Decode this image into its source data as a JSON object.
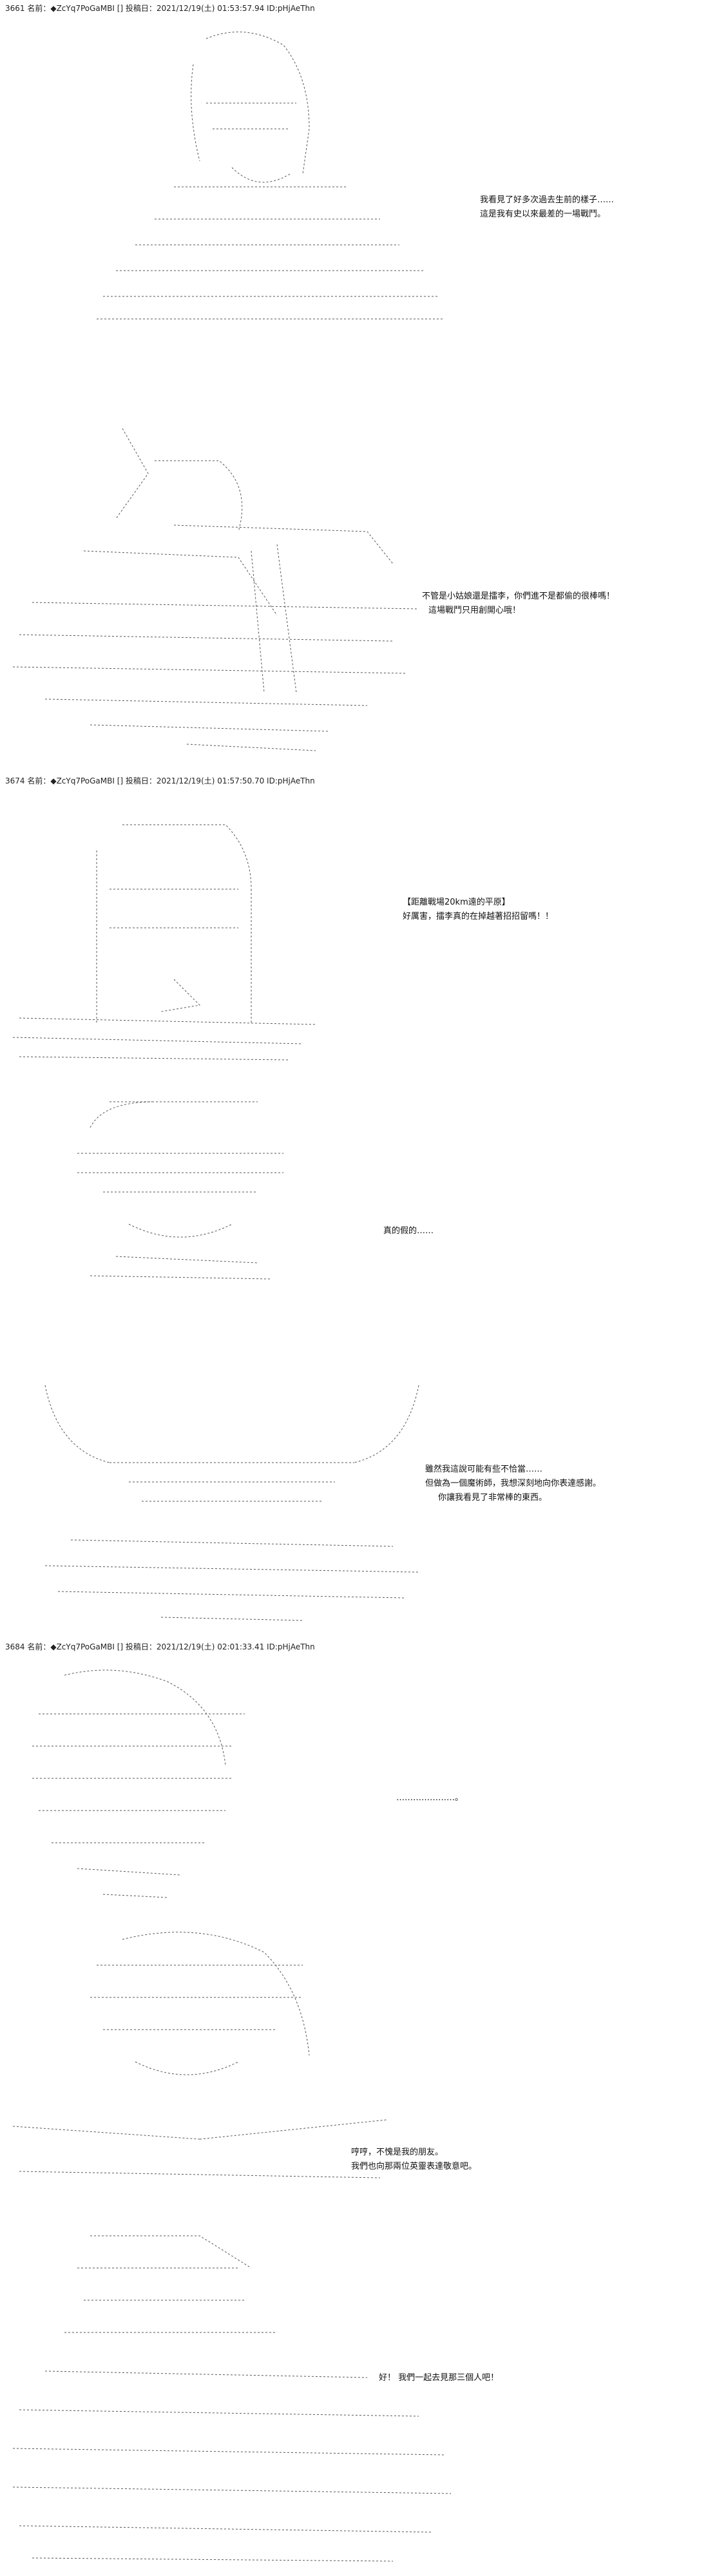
{
  "posts": [
    {
      "header": "3661 名前：◆ZcYq7PoGaMBI [] 投稿日：2021/12/19(土) 01:53:57.94 ID:pHjAeThn",
      "panels": [
        {
          "lines": [
            "我看見了好多次過去生前的樣子……",
            "這是我有史以來最差的一場戰鬥。"
          ]
        },
        {
          "lines": [
            "不管是小姑娘還是擂李，你們進不是都偷的很棒嗎！",
            "這場戰鬥只用創開心哦！"
          ]
        }
      ]
    },
    {
      "header": "3674 名前：◆ZcYq7PoGaMBI [] 投稿日：2021/12/19(土) 01:57:50.70 ID:pHjAeThn",
      "panels": [
        {
          "lines": [
            "【距離戰場20km遠的平原】",
            "",
            "好厲害，擂李真的在掉越著招招留嗎！！"
          ]
        },
        {
          "lines": [
            "真的假的……"
          ]
        },
        {
          "lines": [
            "雖然我這說可能有些不恰當……",
            "但做為一個魔術師，我想深刻地向你表達感謝。",
            "你讓我看見了非常棒的東西。"
          ]
        }
      ]
    },
    {
      "header": "3684 名前：◆ZcYq7PoGaMBI [] 投稿日：2021/12/19(土) 02:01:33.41 ID:pHjAeThn",
      "panels": [
        {
          "lines": [
            "…………………。"
          ]
        },
        {
          "lines": [
            "哼哼，不愧是我的朋友。",
            "我們也向那兩位英靈表達敬意吧。"
          ]
        },
        {
          "lines": [
            "好！ 我們一起去見那三個人吧！"
          ]
        }
      ]
    }
  ]
}
